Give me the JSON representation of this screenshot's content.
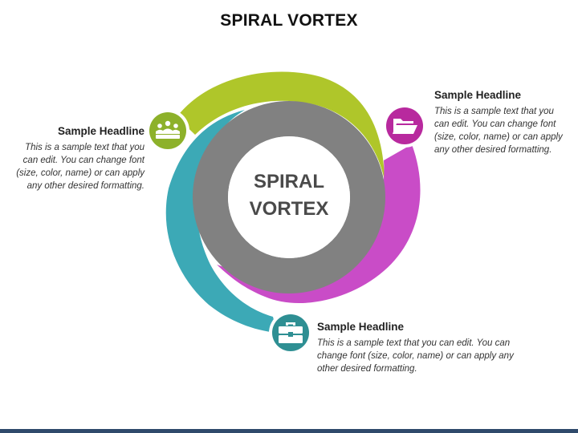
{
  "title": "SPIRAL VORTEX",
  "center": {
    "line1": "SPIRAL",
    "line2": "VORTEX"
  },
  "items": [
    {
      "headline": "Sample Headline",
      "text": "This is a sample text that you can edit. You can change font (size, color, name) or can apply any other desired formatting.",
      "icon": "people-group-icon",
      "color": "#8DB12A"
    },
    {
      "headline": "Sample Headline",
      "text": "This is a sample text that you can edit. You can change font (size, color, name) or can apply any other desired formatting.",
      "icon": "folder-icon",
      "color": "#B8299E"
    },
    {
      "headline": "Sample Headline",
      "text": "This is a sample text that you can edit. You can change font (size, color, name) or can apply any other desired formatting.",
      "icon": "briefcase-icon",
      "color": "#2E8F93"
    }
  ],
  "colors": {
    "green_band": "#AFC62A",
    "magenta_band": "#C94CC7",
    "teal_band": "#3CA9B6",
    "ring": "#818181",
    "bottom_bar": "#2F4A6B"
  }
}
